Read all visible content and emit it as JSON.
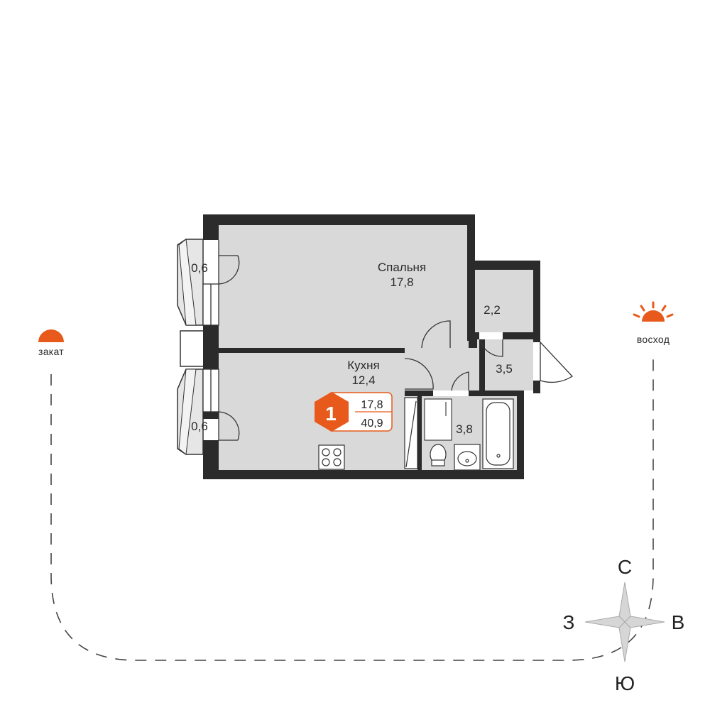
{
  "plan": {
    "rooms": {
      "bedroom": {
        "name": "Спальня",
        "area": "17,8"
      },
      "kitchen": {
        "name": "Кухня",
        "area": "12,4"
      },
      "storage": {
        "area": "2,2"
      },
      "hall": {
        "area": "3,5"
      },
      "bathroom": {
        "area": "3,8"
      },
      "balcony_top": {
        "area": "0,6"
      },
      "balcony_bottom": {
        "area": "0,6"
      }
    },
    "badge": {
      "rooms": "1",
      "living_area": "17,8",
      "total_area": "40,9"
    }
  },
  "sun": {
    "sunset_label": "закат",
    "sunrise_label": "восход"
  },
  "compass": {
    "north": "С",
    "south": "Ю",
    "west": "З",
    "east": "В"
  },
  "colors": {
    "accent": "#e85a1c",
    "wall": "#2b2b2b",
    "floor": "#d9d9d9",
    "path": "#444444"
  }
}
